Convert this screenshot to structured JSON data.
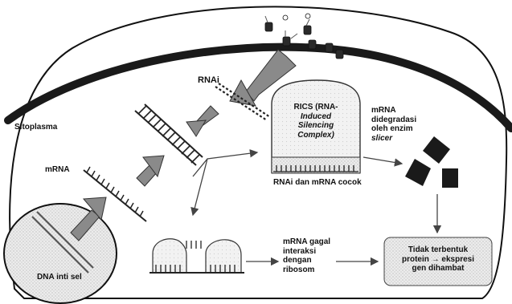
{
  "labels": {
    "rnai": "RNAi",
    "sitoplasma": "Sitoplasma",
    "mrna": "mRNA",
    "dna_inti_sel": "DNA inti sel",
    "rics_line1": "RICS (RNA-",
    "rics_line2": "Induced",
    "rics_line3": "Silencing",
    "rics_line4": "Complex)",
    "rnai_mrna_cocok": "RNAi dan mRNA cocok",
    "degradasi_line1": "mRNA",
    "degradasi_line2": "didegradasi",
    "degradasi_line3": "oleh enzim",
    "degradasi_line4": "slicer",
    "gagal_line1": "mRNA gagal",
    "gagal_line2": "interaksi",
    "gagal_line3": "dengan",
    "gagal_line4": "ribosom",
    "hasil_line1": "Tidak terbentuk",
    "hasil_line2": "protein → ekspresi",
    "hasil_line3": "gen dihambat"
  },
  "colors": {
    "outline": "#111111",
    "membrane": "#1a1a1a",
    "arrow_gray": "#8a8a8a",
    "box_fill": "#e6e6e6"
  }
}
